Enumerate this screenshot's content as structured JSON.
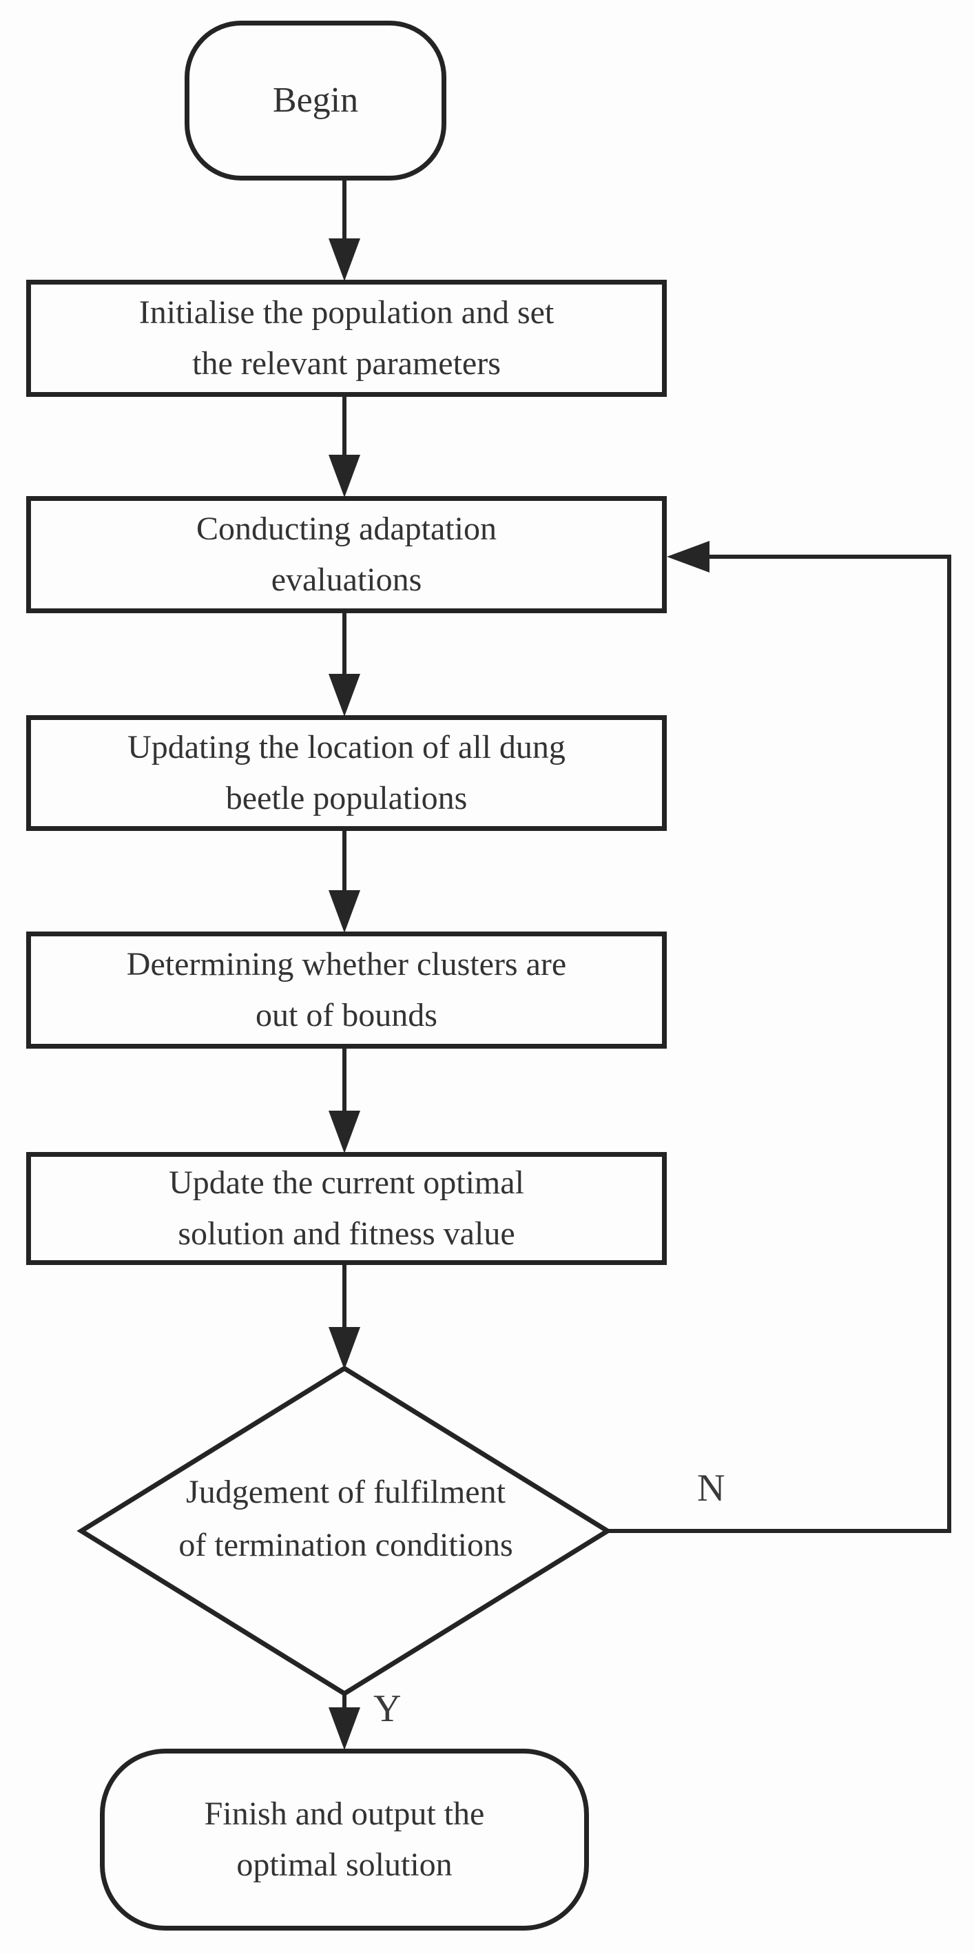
{
  "diagram": {
    "type": "flowchart",
    "background_color": "#fdfdfd",
    "stroke_color": "#262626",
    "text_color": "#333333",
    "nodes": {
      "begin": {
        "shape": "terminator",
        "lines": [
          "Begin"
        ]
      },
      "init": {
        "shape": "process",
        "lines": [
          "Initialise the population and set",
          "the relevant parameters"
        ]
      },
      "adapt": {
        "shape": "process",
        "lines": [
          "Conducting adaptation",
          "evaluations"
        ]
      },
      "location": {
        "shape": "process",
        "lines": [
          "Updating the location of all dung",
          "beetle populations"
        ]
      },
      "bounds": {
        "shape": "process",
        "lines": [
          "Determining whether clusters are",
          "out of bounds"
        ]
      },
      "optimal": {
        "shape": "process",
        "lines": [
          "Update the current optimal",
          "solution and fitness value"
        ]
      },
      "judge": {
        "shape": "decision",
        "lines": [
          "Judgement of fulfilment",
          "of termination conditions"
        ]
      },
      "finish": {
        "shape": "terminator",
        "lines": [
          "Finish and output the",
          "optimal solution"
        ]
      }
    },
    "edges": {
      "begin_to_init": {
        "from": "begin",
        "to": "init",
        "label": ""
      },
      "init_to_adapt": {
        "from": "init",
        "to": "adapt",
        "label": ""
      },
      "adapt_to_location": {
        "from": "adapt",
        "to": "location",
        "label": ""
      },
      "location_to_bounds": {
        "from": "location",
        "to": "bounds",
        "label": ""
      },
      "bounds_to_optimal": {
        "from": "bounds",
        "to": "optimal",
        "label": ""
      },
      "optimal_to_judge": {
        "from": "optimal",
        "to": "judge",
        "label": ""
      },
      "judge_to_finish": {
        "from": "judge",
        "to": "finish",
        "label": "Y"
      },
      "judge_to_adapt_loop": {
        "from": "judge",
        "to": "adapt",
        "label": "N"
      }
    }
  }
}
